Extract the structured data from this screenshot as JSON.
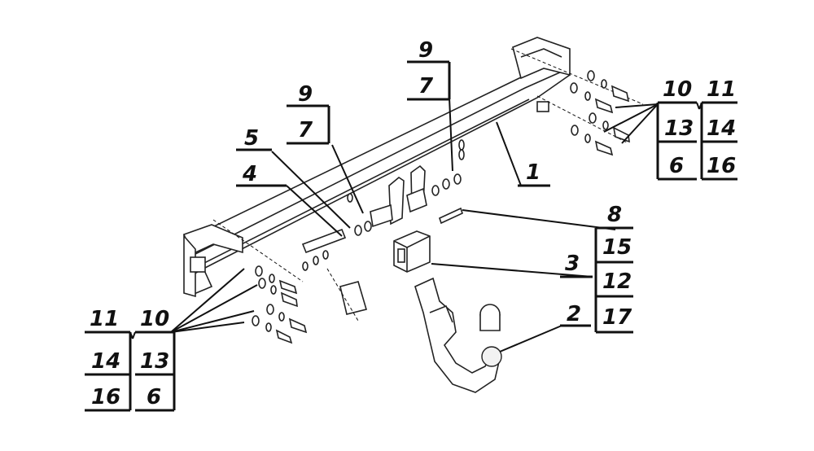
{
  "labels": {
    "beam": "1",
    "ball": "2",
    "mount": "3",
    "plate_lower": "4",
    "plate_upper": "5",
    "top_left_a": "9",
    "top_left_b": "7",
    "top_mid_a": "9",
    "top_mid_b": "7",
    "right_col1_header": "10",
    "right_col2_header": "11",
    "right_col1_r1": "13",
    "right_col1_r2": "6",
    "right_col2_r1": "14",
    "right_col2_r2": "16",
    "mid_header": "8",
    "mid_r1": "15",
    "mid_r2": "12",
    "mid_r3": "17",
    "left_col1_header": "11",
    "left_col2_header": "10",
    "left_col1_r1": "14",
    "left_col1_r2": "16",
    "left_col2_r1": "13",
    "left_col2_r2": "6"
  }
}
